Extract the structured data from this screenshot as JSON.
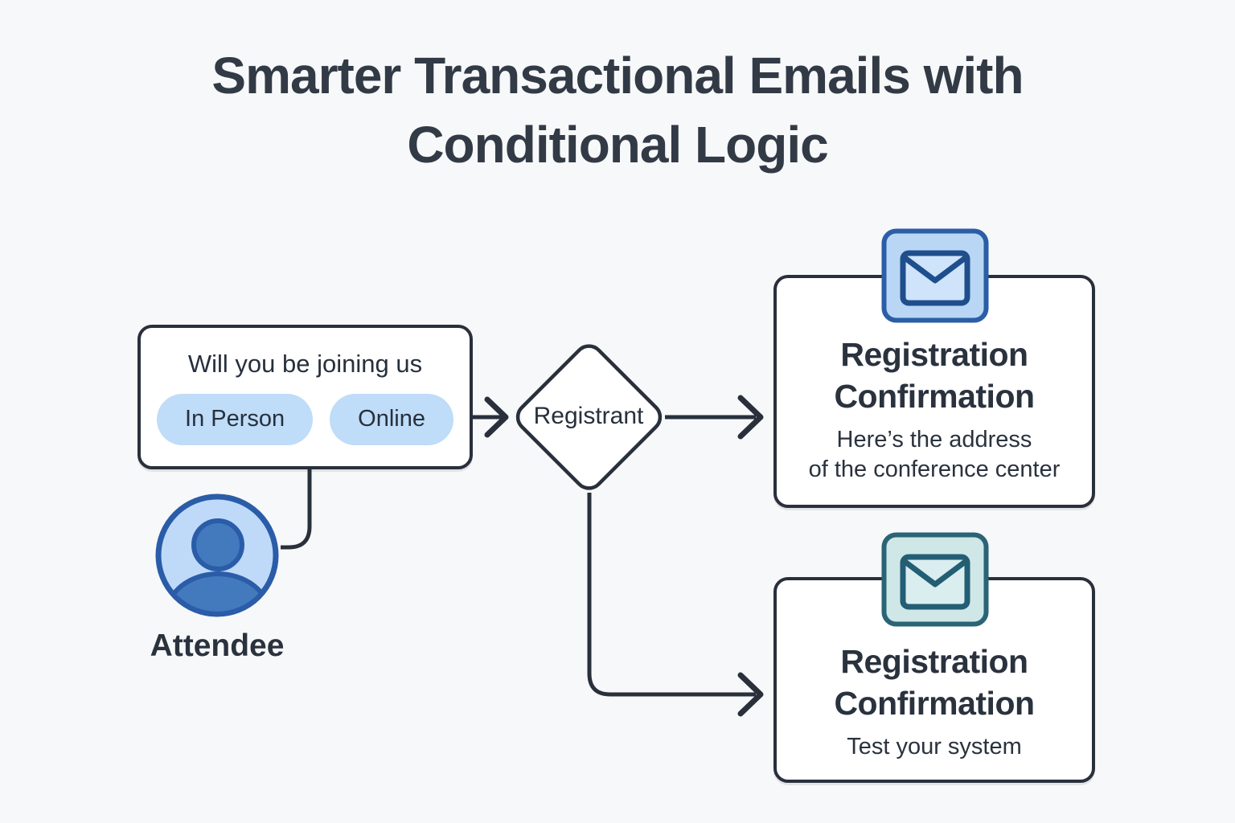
{
  "title": {
    "line1": "Smarter Transactional Emails with",
    "line2": "Conditional Logic"
  },
  "question_box": {
    "question": "Will you be joining us",
    "options": [
      {
        "label": "In Person"
      },
      {
        "label": "Online"
      }
    ]
  },
  "attendee": {
    "label": "Attendee",
    "icon": "person-avatar-icon"
  },
  "decision": {
    "label": "Registrant",
    "shape": "diamond"
  },
  "outcomes": [
    {
      "id": "in-person-branch",
      "icon": "envelope-icon",
      "title_line1": "Registration",
      "title_line2": "Confirmation",
      "subtitle_line1": "Here’s the address",
      "subtitle_line2": "of the conference center",
      "badge_bg": "#B9D7F5",
      "badge_border": "#2B5EA7"
    },
    {
      "id": "online-branch",
      "icon": "envelope-icon",
      "title_line1": "Registration",
      "title_line2": "Confirmation",
      "subtitle_line1": "Test your system",
      "subtitle_line2": "",
      "badge_bg": "#CFE7E7",
      "badge_border": "#2A6476"
    }
  ],
  "colors": {
    "background": "#F7F8F9",
    "outline": "#29303C",
    "title_text": "#323A46",
    "body_text": "#2A323E",
    "pill_bg": "#BFDCF8",
    "avatar_fill": "#BEDAF8",
    "avatar_person": "#4379BD",
    "avatar_border": "#2A5CA8",
    "envelope_blue_stroke": "#1F4E8C",
    "envelope_teal_stroke": "#235E74"
  }
}
